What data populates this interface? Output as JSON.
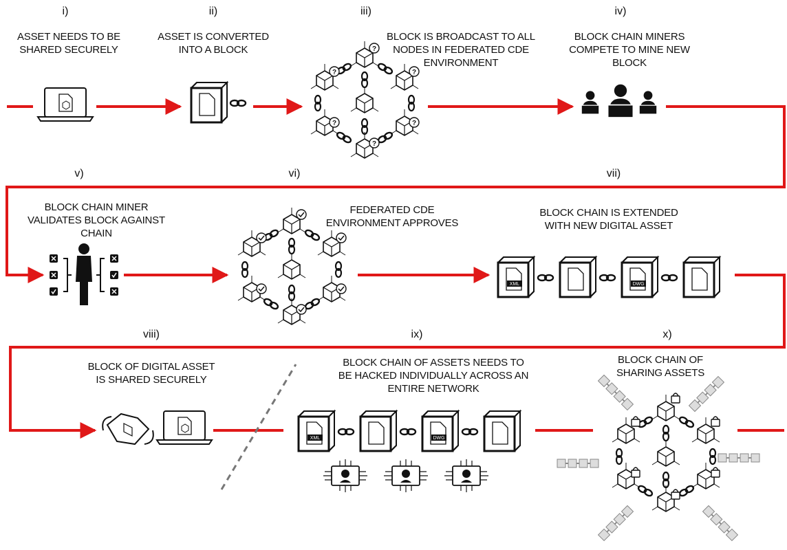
{
  "steps": [
    {
      "num": "i)",
      "text": "ASSET NEEDS TO BE\nSHARED SECURELY"
    },
    {
      "num": "ii)",
      "text": "ASSET IS CONVERTED\nINTO A BLOCK"
    },
    {
      "num": "iii)",
      "text": "BLOCK IS BROADCAST TO ALL\nNODES IN FEDERATED CDE\nENVIRONMENT"
    },
    {
      "num": "iv)",
      "text": "BLOCK CHAIN MINERS\nCOMPETE TO MINE NEW\nBLOCK"
    },
    {
      "num": "v)",
      "text": "BLOCK CHAIN MINER\nVALIDATES BLOCK AGAINST\nCHAIN"
    },
    {
      "num": "vi)",
      "text": "FEDERATED CDE\nENVIRONMENT APPROVES"
    },
    {
      "num": "vii)",
      "text": "BLOCK CHAIN IS EXTENDED\nWITH NEW DIGITAL ASSET"
    },
    {
      "num": "viii)",
      "text": "BLOCK OF DIGITAL ASSET\nIS SHARED SECURELY"
    },
    {
      "num": "ix)",
      "text": "BLOCK CHAIN OF ASSETS NEEDS TO\nBE HACKED INDIVIDUALLY ACROSS AN\nENTIRE NETWORK"
    },
    {
      "num": "x)",
      "text": "BLOCK CHAIN OF\nSHARING ASSETS"
    }
  ],
  "file_labels": [
    "XML",
    "DWG"
  ],
  "colors": {
    "flow": "#e01818",
    "ink": "#111111",
    "divider": "#777777"
  },
  "icons": [
    "laptop-icon",
    "block-icon",
    "network-icon",
    "miners-icon",
    "validator-icon",
    "approved-network-icon",
    "blockchain-icon",
    "handshake-icon",
    "hacker-icon",
    "sharing-network-icon"
  ]
}
